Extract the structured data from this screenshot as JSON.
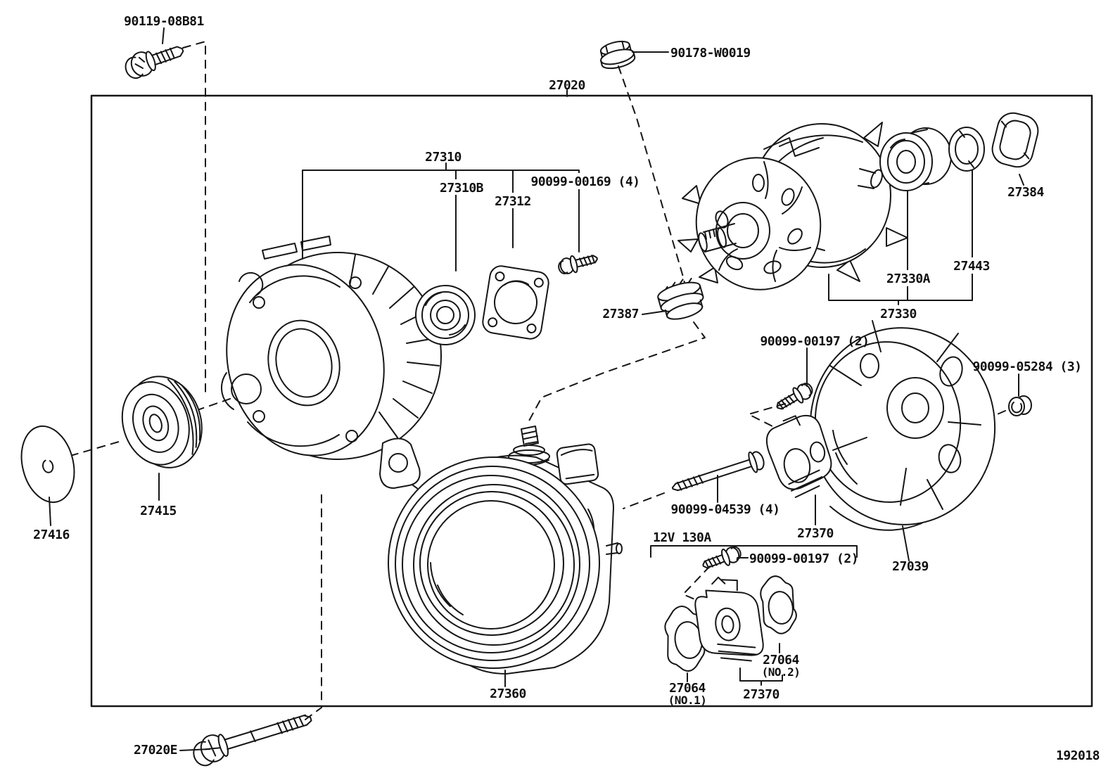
{
  "figure": {
    "assembly_label": "27020",
    "drawing_number": "192018",
    "rating": "12V 130A",
    "labels": {
      "mount_bolt": "90119-08B81",
      "terminal_nut": "90178-W0019",
      "drive_end_frame": "27310",
      "front_bearing": "27310B",
      "bearing_retainer": "27312",
      "retainer_screws": "90099-00169 (4)",
      "slip_ring": "27387",
      "rotor_assy": "27330",
      "rear_bearing": "27330A",
      "bearing_cover": "27443",
      "terminal_insulator": "27384",
      "pulley": "27415",
      "pulley_cap": "27416",
      "stator": "27360",
      "through_bolts": "90099-04539 (4)",
      "regulator_screws": "90099-00197 (2)",
      "brush_holder": "27370",
      "end_cover": "27039",
      "cover_nuts": "90099-05284 (3)",
      "rectifier_screws": "90099-00197 (2)",
      "brush_no1": "27064",
      "brush_no1_no": "(NO.1)",
      "brush_no2": "27064",
      "brush_no2_no": "(NO.2)",
      "rectifier_holder": "27370",
      "long_through_bolt": "27020E"
    }
  }
}
